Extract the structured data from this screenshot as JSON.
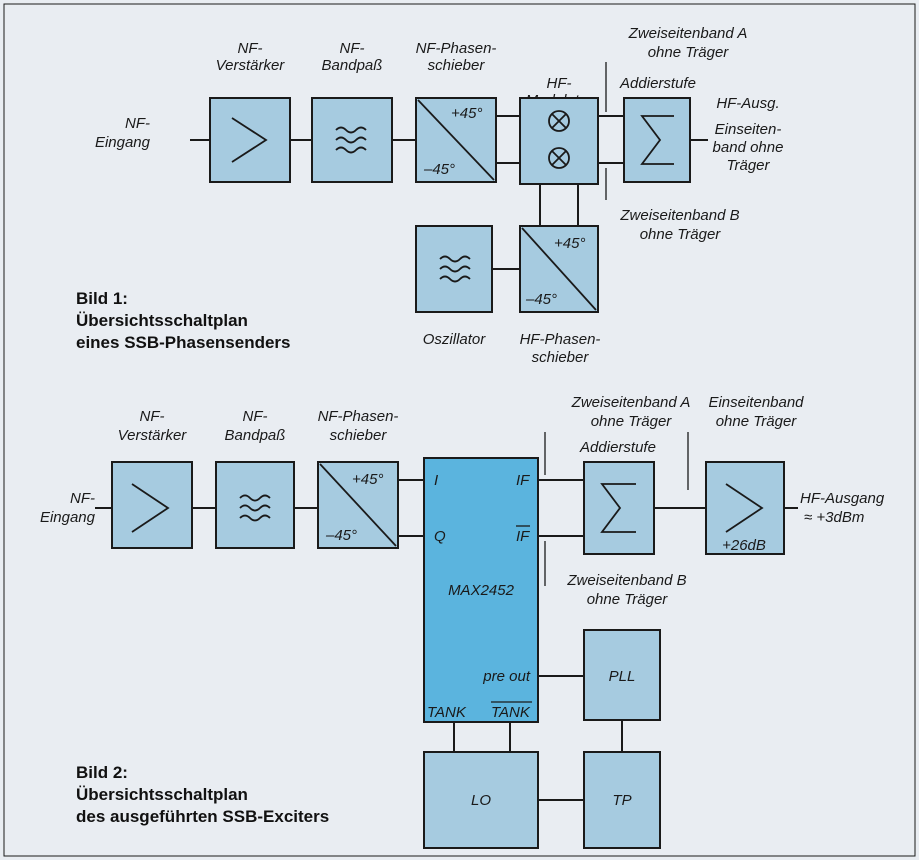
{
  "fig1": {
    "blocks": {
      "nf_verstaerker": [
        "NF-",
        "Verstärker"
      ],
      "nf_bandpass": [
        "NF-",
        "Bandpaß"
      ],
      "nf_phasenschieber": [
        "NF-Phasen-",
        "schieber"
      ],
      "hf_modulator": [
        "HF-",
        "Modulator"
      ],
      "addierstufe": "Addierstufe",
      "oszillator": "Oszillator",
      "hf_phasenschieber": [
        "HF-Phasen-",
        "schieber"
      ]
    },
    "input": [
      "NF-",
      "Eingang"
    ],
    "output": [
      "HF-Ausg.",
      "Einseiten-",
      "band ohne",
      "Träger"
    ],
    "dsb_a": [
      "Zweiseitenband A",
      "ohne Träger"
    ],
    "dsb_b": [
      "Zweiseitenband B",
      "ohne Träger"
    ],
    "phase_plus": "+45°",
    "phase_minus": "–45°",
    "caption": [
      "Bild 1:",
      "Übersichtsschaltplan",
      "eines SSB-Phasensenders"
    ]
  },
  "fig2": {
    "blocks": {
      "nf_verstaerker": [
        "NF-",
        "Verstärker"
      ],
      "nf_bandpass": [
        "NF-",
        "Bandpaß"
      ],
      "nf_phasenschieber": [
        "NF-Phasen-",
        "schieber"
      ],
      "addierstufe": "Addierstufe",
      "chip": "MAX2452",
      "pll": "PLL",
      "lo": "LO",
      "tp": "TP"
    },
    "chip_pins": {
      "i": "I",
      "q": "Q",
      "if": "IF",
      "if_bar": "IF",
      "pre_out": "pre out",
      "tank": "TANK",
      "tank_bar": "TANK"
    },
    "input": [
      "NF-",
      "Eingang"
    ],
    "dsb_a": [
      "Zweiseitenband A",
      "ohne Träger"
    ],
    "dsb_b": [
      "Zweiseitenband B",
      "ohne Träger"
    ],
    "ssb": [
      "Einseitenband",
      "ohne Träger"
    ],
    "output": [
      "HF-Ausgang",
      "≈ +3dBm"
    ],
    "gain": "+26dB",
    "phase_plus": "+45°",
    "phase_minus": "–45°",
    "caption": [
      "Bild 2:",
      "Übersichtsschaltplan",
      "des ausgeführten SSB-Exciters"
    ]
  }
}
